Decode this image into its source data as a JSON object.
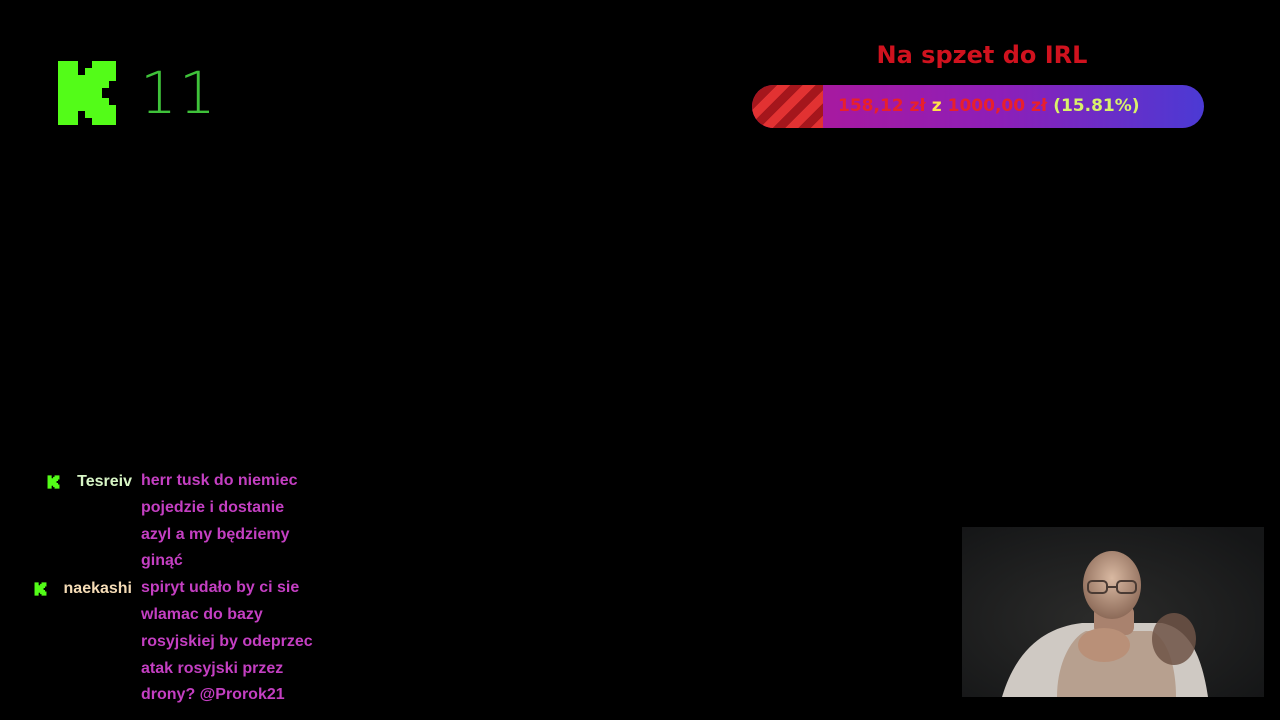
{
  "viewers": {
    "platform_icon": "kick-logo-icon",
    "count": "11",
    "accent_color": "#53fc18"
  },
  "goal": {
    "title": "Na spzet do IRL",
    "current": "158,12 zł",
    "separator": "z",
    "target": "1000,00 zł",
    "percent_label": "(15.81%)",
    "progress": 0.1581
  },
  "chat": {
    "messages": [
      {
        "badge_icon": "kick-badge-icon",
        "username": "Tesreiv",
        "text": "herr tusk do niemiec\npojedzie i dostanie\nazyl a my będziemy\nginąć"
      },
      {
        "badge_icon": "kick-badge-icon",
        "username": "naekashi",
        "text": "spiryt udało by ci sie\nwlamac do bazy\nrosyjskiej by odeprzec\natak rosyjski przez\ndrony? @Prorok21"
      }
    ]
  },
  "webcam": {
    "subject": "streamer-webcam-feed"
  }
}
